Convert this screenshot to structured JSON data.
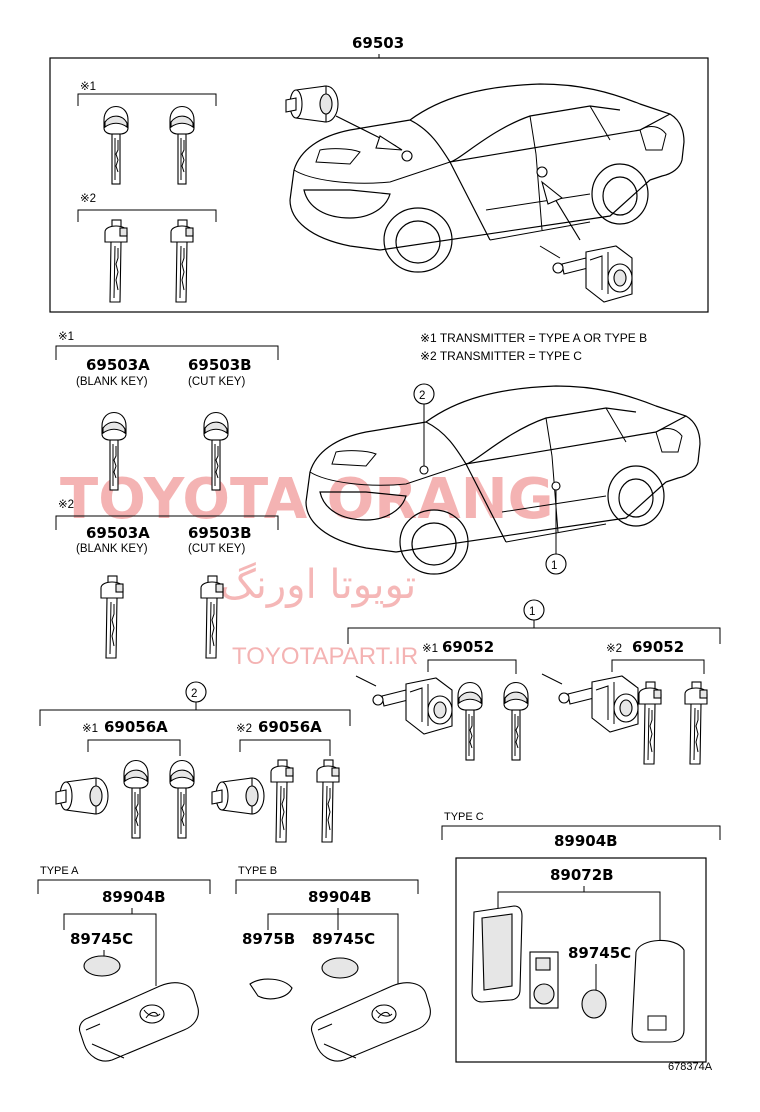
{
  "top": {
    "part_number": "69503"
  },
  "top_box": {
    "group1_label": "※1",
    "group2_label": "※2"
  },
  "notes": [
    "※1 TRANSMITTER = TYPE A OR TYPE B",
    "※2 TRANSMITTER = TYPE C"
  ],
  "keys_group1": {
    "label": "※1",
    "blank": {
      "part": "69503A",
      "desc": "(BLANK KEY)"
    },
    "cut": {
      "part": "69503B",
      "desc": "(CUT KEY)"
    }
  },
  "keys_group2": {
    "label": "※2",
    "blank": {
      "part": "69503A",
      "desc": "(BLANK KEY)"
    },
    "cut": {
      "part": "69503B",
      "desc": "(CUT KEY)"
    }
  },
  "callouts": {
    "c1": "1",
    "c2": "2"
  },
  "door_lock": {
    "callout": "1",
    "a_mark": "※1",
    "a_part": "69052",
    "b_mark": "※2",
    "b_part": "69052"
  },
  "ignition": {
    "callout": "2",
    "a_mark": "※1",
    "a_part": "69056A",
    "b_mark": "※2",
    "b_part": "69056A"
  },
  "type_a": {
    "title": "TYPE  A",
    "assembly": "89904B",
    "battery": "89745C"
  },
  "type_b": {
    "title": "TYPE  B",
    "assembly": "89904B",
    "cover": "8975B",
    "battery": "89745C"
  },
  "type_c": {
    "title": "TYPE  C",
    "assembly": "89904B",
    "case": "89072B",
    "battery": "89745C"
  },
  "watermark": {
    "line1": "TOYOTA ORANG",
    "line2": "تویوتا اورنگ",
    "line3": "TOYOTAPART.IR"
  },
  "diagram_code": "678374A"
}
